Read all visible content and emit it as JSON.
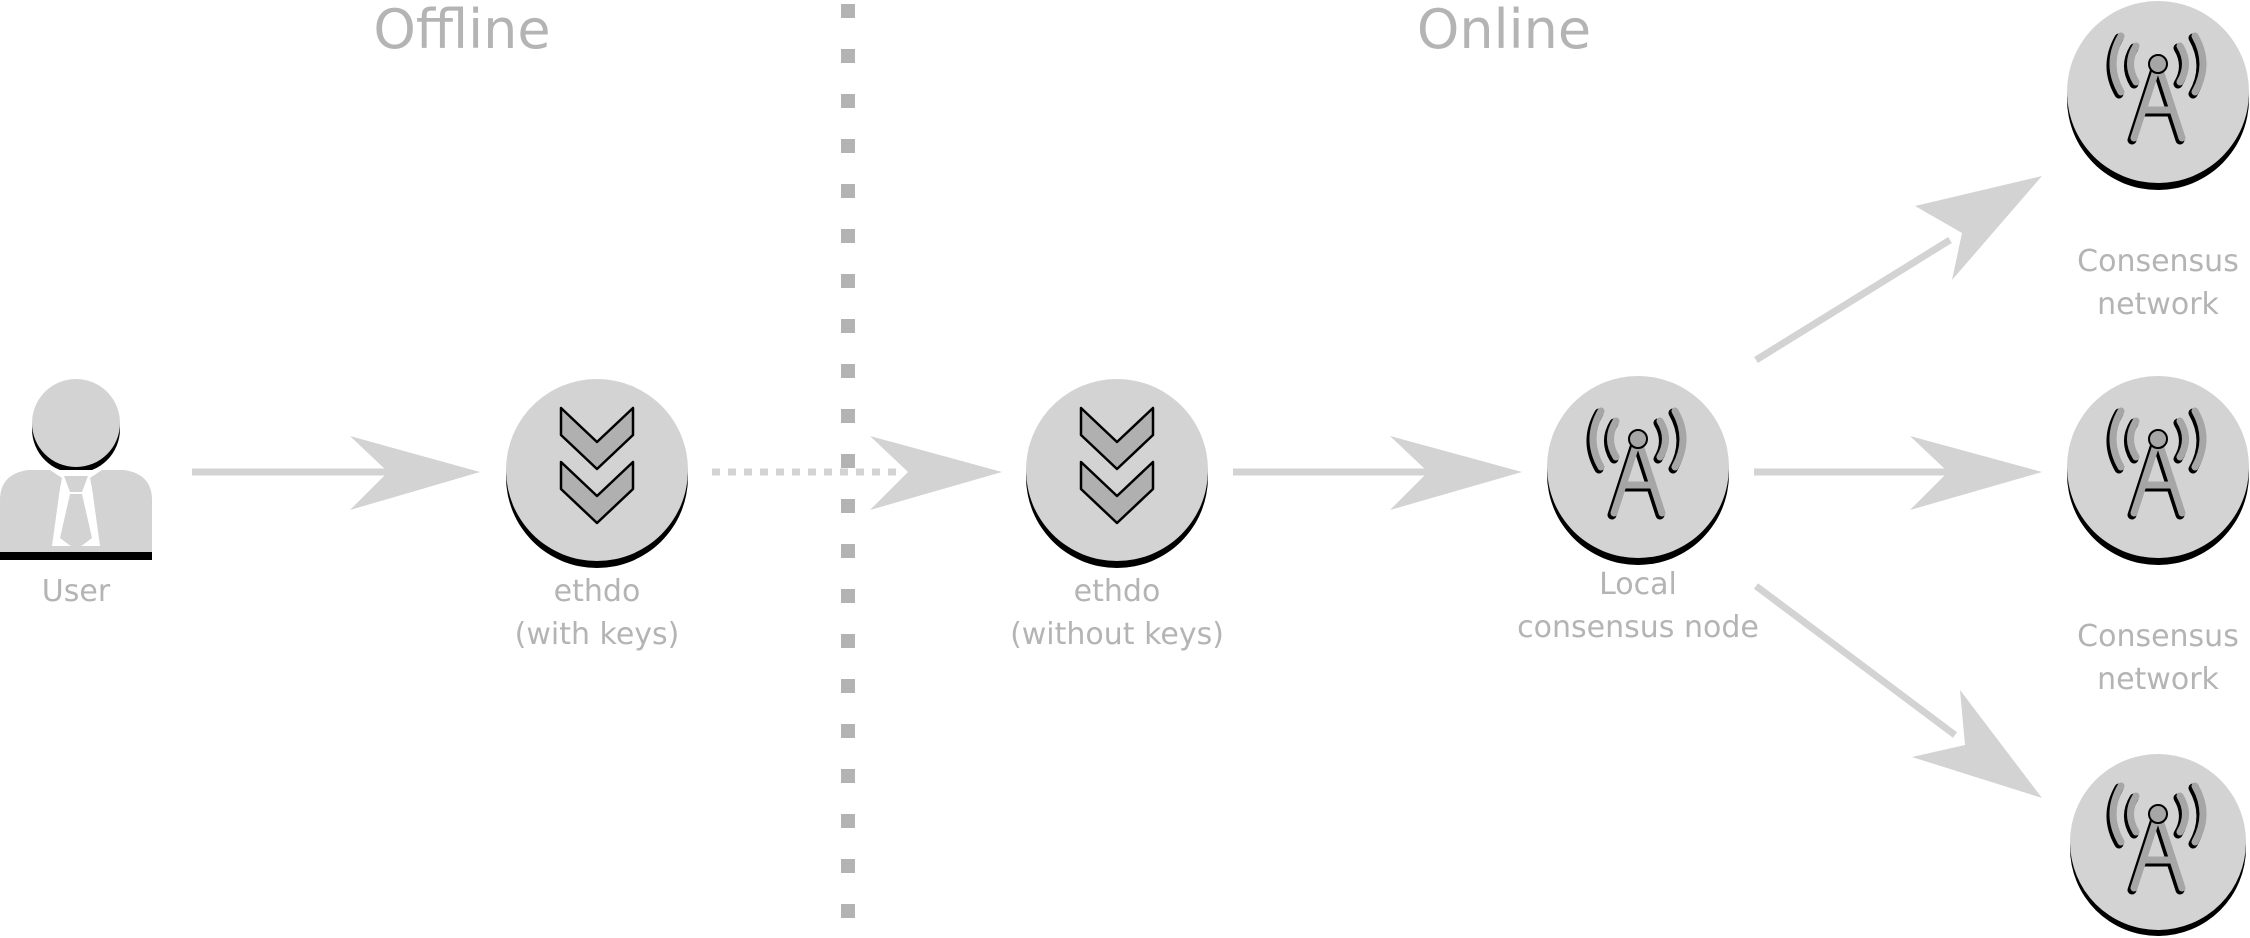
{
  "sections": {
    "offline": "Offline",
    "online": "Online"
  },
  "nodes": {
    "user": {
      "label": "User",
      "icon": "user-icon"
    },
    "ethdo_offline": {
      "label_line1": "ethdo",
      "label_line2": "(with keys)",
      "icon": "ethdo-icon"
    },
    "ethdo_online": {
      "label_line1": "ethdo",
      "label_line2": "(without keys)",
      "icon": "ethdo-icon"
    },
    "local_node": {
      "label_line1": "Local",
      "label_line2": "consensus node",
      "icon": "antenna-icon"
    },
    "network_top": {
      "icon": "antenna-icon"
    },
    "network_middle": {
      "icon": "antenna-icon"
    },
    "network_bottom": {
      "icon": "antenna-icon"
    }
  },
  "network_labels": [
    {
      "line1": "Consensus",
      "line2": "network"
    },
    {
      "line1": "Consensus",
      "line2": "network"
    }
  ],
  "colors": {
    "node_fill": "#d3d3d3",
    "text": "#b4b4b4",
    "separator": "#b3b3b3"
  }
}
